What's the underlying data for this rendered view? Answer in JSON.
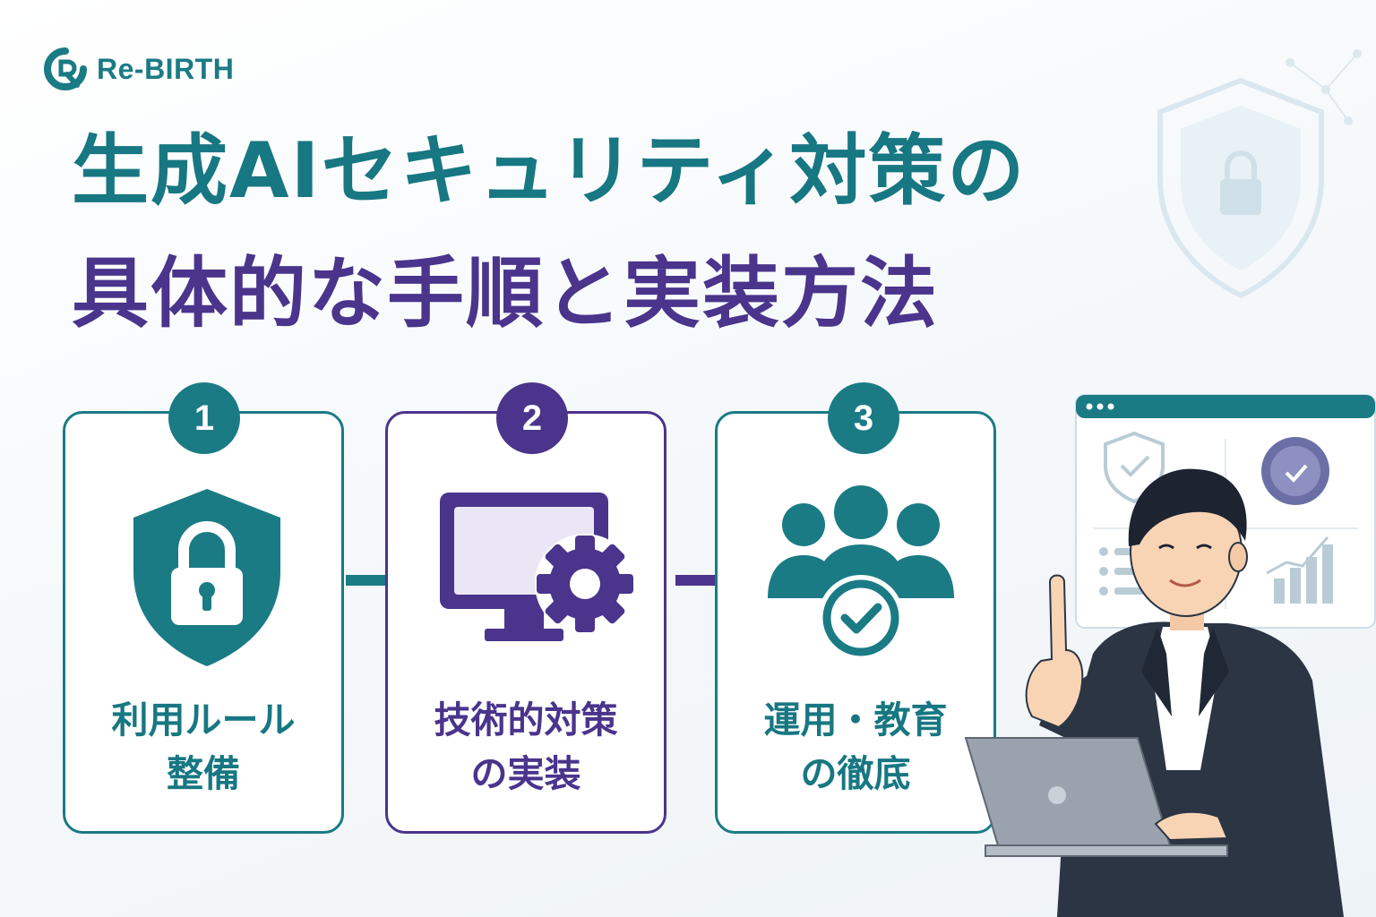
{
  "brand": {
    "name": "Re-BIRTH",
    "color": "#1a7b85"
  },
  "title": {
    "line1": "生成AIセキュリティ対策の",
    "line2": "具体的な手順と実装方法"
  },
  "colors": {
    "teal": "#1a7b85",
    "purple": "#4a348c"
  },
  "steps": [
    {
      "number": "1",
      "label_line1": "利用ルール",
      "label_line2": "整備",
      "icon": "shield-lock-icon",
      "color": "teal"
    },
    {
      "number": "2",
      "label_line1": "技術的対策",
      "label_line2": "の実装",
      "icon": "monitor-gear-icon",
      "color": "purple"
    },
    {
      "number": "3",
      "label_line1": "運用・教育",
      "label_line2": "の徹底",
      "icon": "team-check-icon",
      "color": "teal"
    }
  ],
  "illustration": {
    "person": "presenter-pointing",
    "device": "laptop-icon",
    "dashboard": [
      "shield-check-icon",
      "clock-check-icon",
      "list-icon",
      "bar-chart-icon"
    ]
  }
}
